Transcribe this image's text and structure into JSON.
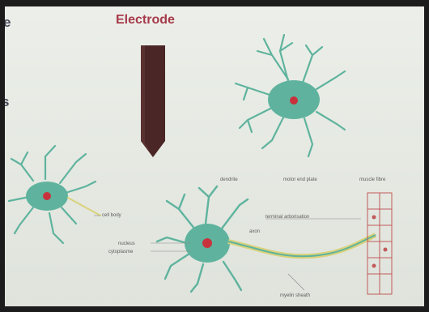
{
  "diagram": {
    "title": "Electrode",
    "left_edge_fragments": [
      "e",
      "s"
    ],
    "labels": {
      "dendrite": "dendrite",
      "motor_end_plate": "motor end plate",
      "muscle_fibre": "muscle fibre",
      "cell_body": "cell body",
      "terminal_arborisation": "terminal arborisation",
      "axon": "axon",
      "nucleus": "nucleus",
      "cytoplasm": "cytoplasme",
      "myelin_sheath": "myelin sheath"
    },
    "colors": {
      "title": "#a63a4a",
      "electrode": "#4a2626",
      "neuron": "#5fb39e",
      "nucleus": "#c8323c",
      "myelin": "#d9d27a",
      "muscle": "#c25a5a"
    }
  }
}
